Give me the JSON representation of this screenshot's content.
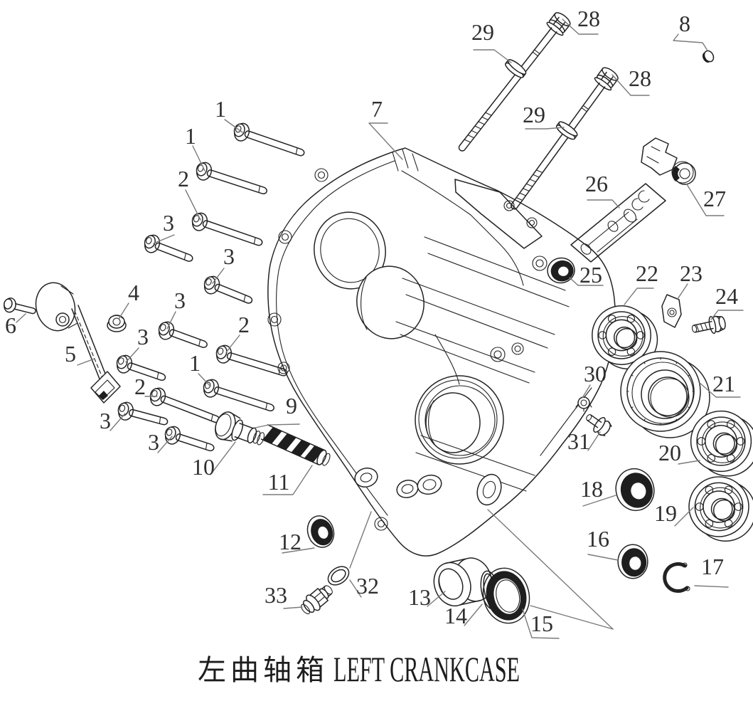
{
  "colors": {
    "ink": "#232323",
    "leader": "#7a7a7a",
    "paper": "#ffffff"
  },
  "caption": {
    "zh": "左曲轴箱",
    "en": "LEFT CRANKCASE"
  },
  "callouts": {
    "c1a": "1",
    "c1b": "1",
    "c1c": "1",
    "c2a": "2",
    "c2b": "2",
    "c2c": "2",
    "c3a": "3",
    "c3b": "3",
    "c3c": "3",
    "c3d": "3",
    "c3e": "3",
    "c3f": "3",
    "c4": "4",
    "c5": "5",
    "c6": "6",
    "c7": "7",
    "c8": "8",
    "c9": "9",
    "c10": "10",
    "c11": "11",
    "c12": "12",
    "c13": "13",
    "c14": "14",
    "c15": "15",
    "c16": "16",
    "c17": "17",
    "c18": "18",
    "c19": "19",
    "c20": "20",
    "c21": "21",
    "c22": "22",
    "c23": "23",
    "c24": "24",
    "c25": "25",
    "c26": "26",
    "c27": "27",
    "c28a": "28",
    "c28b": "28",
    "c29a": "29",
    "c29b": "29",
    "c30": "30",
    "c31": "31",
    "c32": "32",
    "c33": "33"
  }
}
